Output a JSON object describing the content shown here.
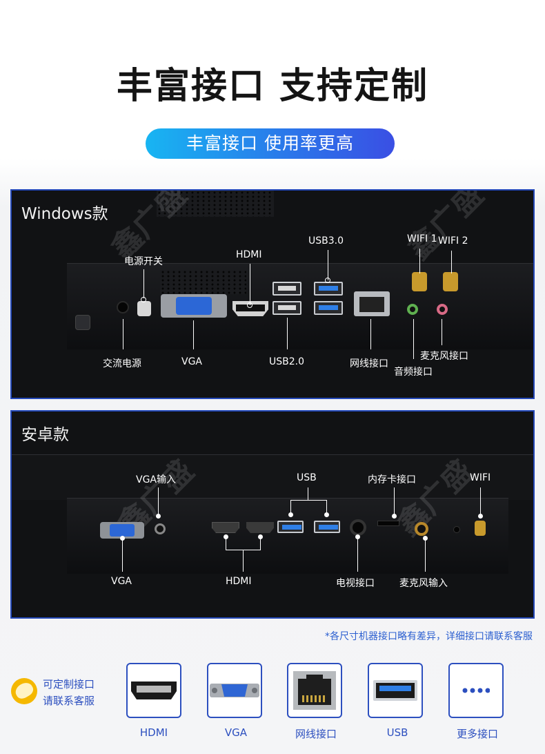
{
  "header": {
    "title": "丰富接口 支持定制",
    "subtitle": "丰富接口 使用率更高"
  },
  "windows_panel": {
    "label": "Windows款",
    "ports": {
      "power_switch": "电源开关",
      "hdmi": "HDMI",
      "usb30": "USB3.0",
      "wifi1": "WIFI 1",
      "wifi2": "WIFI 2",
      "dc_power": "交流电源",
      "vga": "VGA",
      "usb20": "USB2.0",
      "ethernet": "网线接口",
      "microphone": "麦克风接口",
      "audio": "音频接口"
    }
  },
  "android_panel": {
    "label": "安卓款",
    "ports": {
      "vga_input": "VGA输入",
      "usb": "USB",
      "memory_card": "内存卡接口",
      "wifi": "WIFI",
      "vga": "VGA",
      "hdmi": "HDMI",
      "tv": "电视接口",
      "mic_input": "麦克风输入"
    }
  },
  "note": "*各尺寸机器接口略有差异，详细接口请联系客服",
  "customize": {
    "line1": "可定制接口",
    "line2": "请联系客服"
  },
  "tiles": [
    {
      "label": "HDMI",
      "icon": "hdmi-port-icon"
    },
    {
      "label": "VGA",
      "icon": "vga-port-icon"
    },
    {
      "label": "网线接口",
      "icon": "ethernet-port-icon"
    },
    {
      "label": "USB",
      "icon": "usb-port-icon"
    },
    {
      "label": "更多接口",
      "icon": "more-dots-icon"
    }
  ],
  "colors": {
    "accent_blue": "#2c4fbf",
    "usb3_blue": "#2f7fe6",
    "pill_start": "#18b5f2",
    "pill_end": "#3a4fe4",
    "badge_yellow": "#f5b800"
  }
}
